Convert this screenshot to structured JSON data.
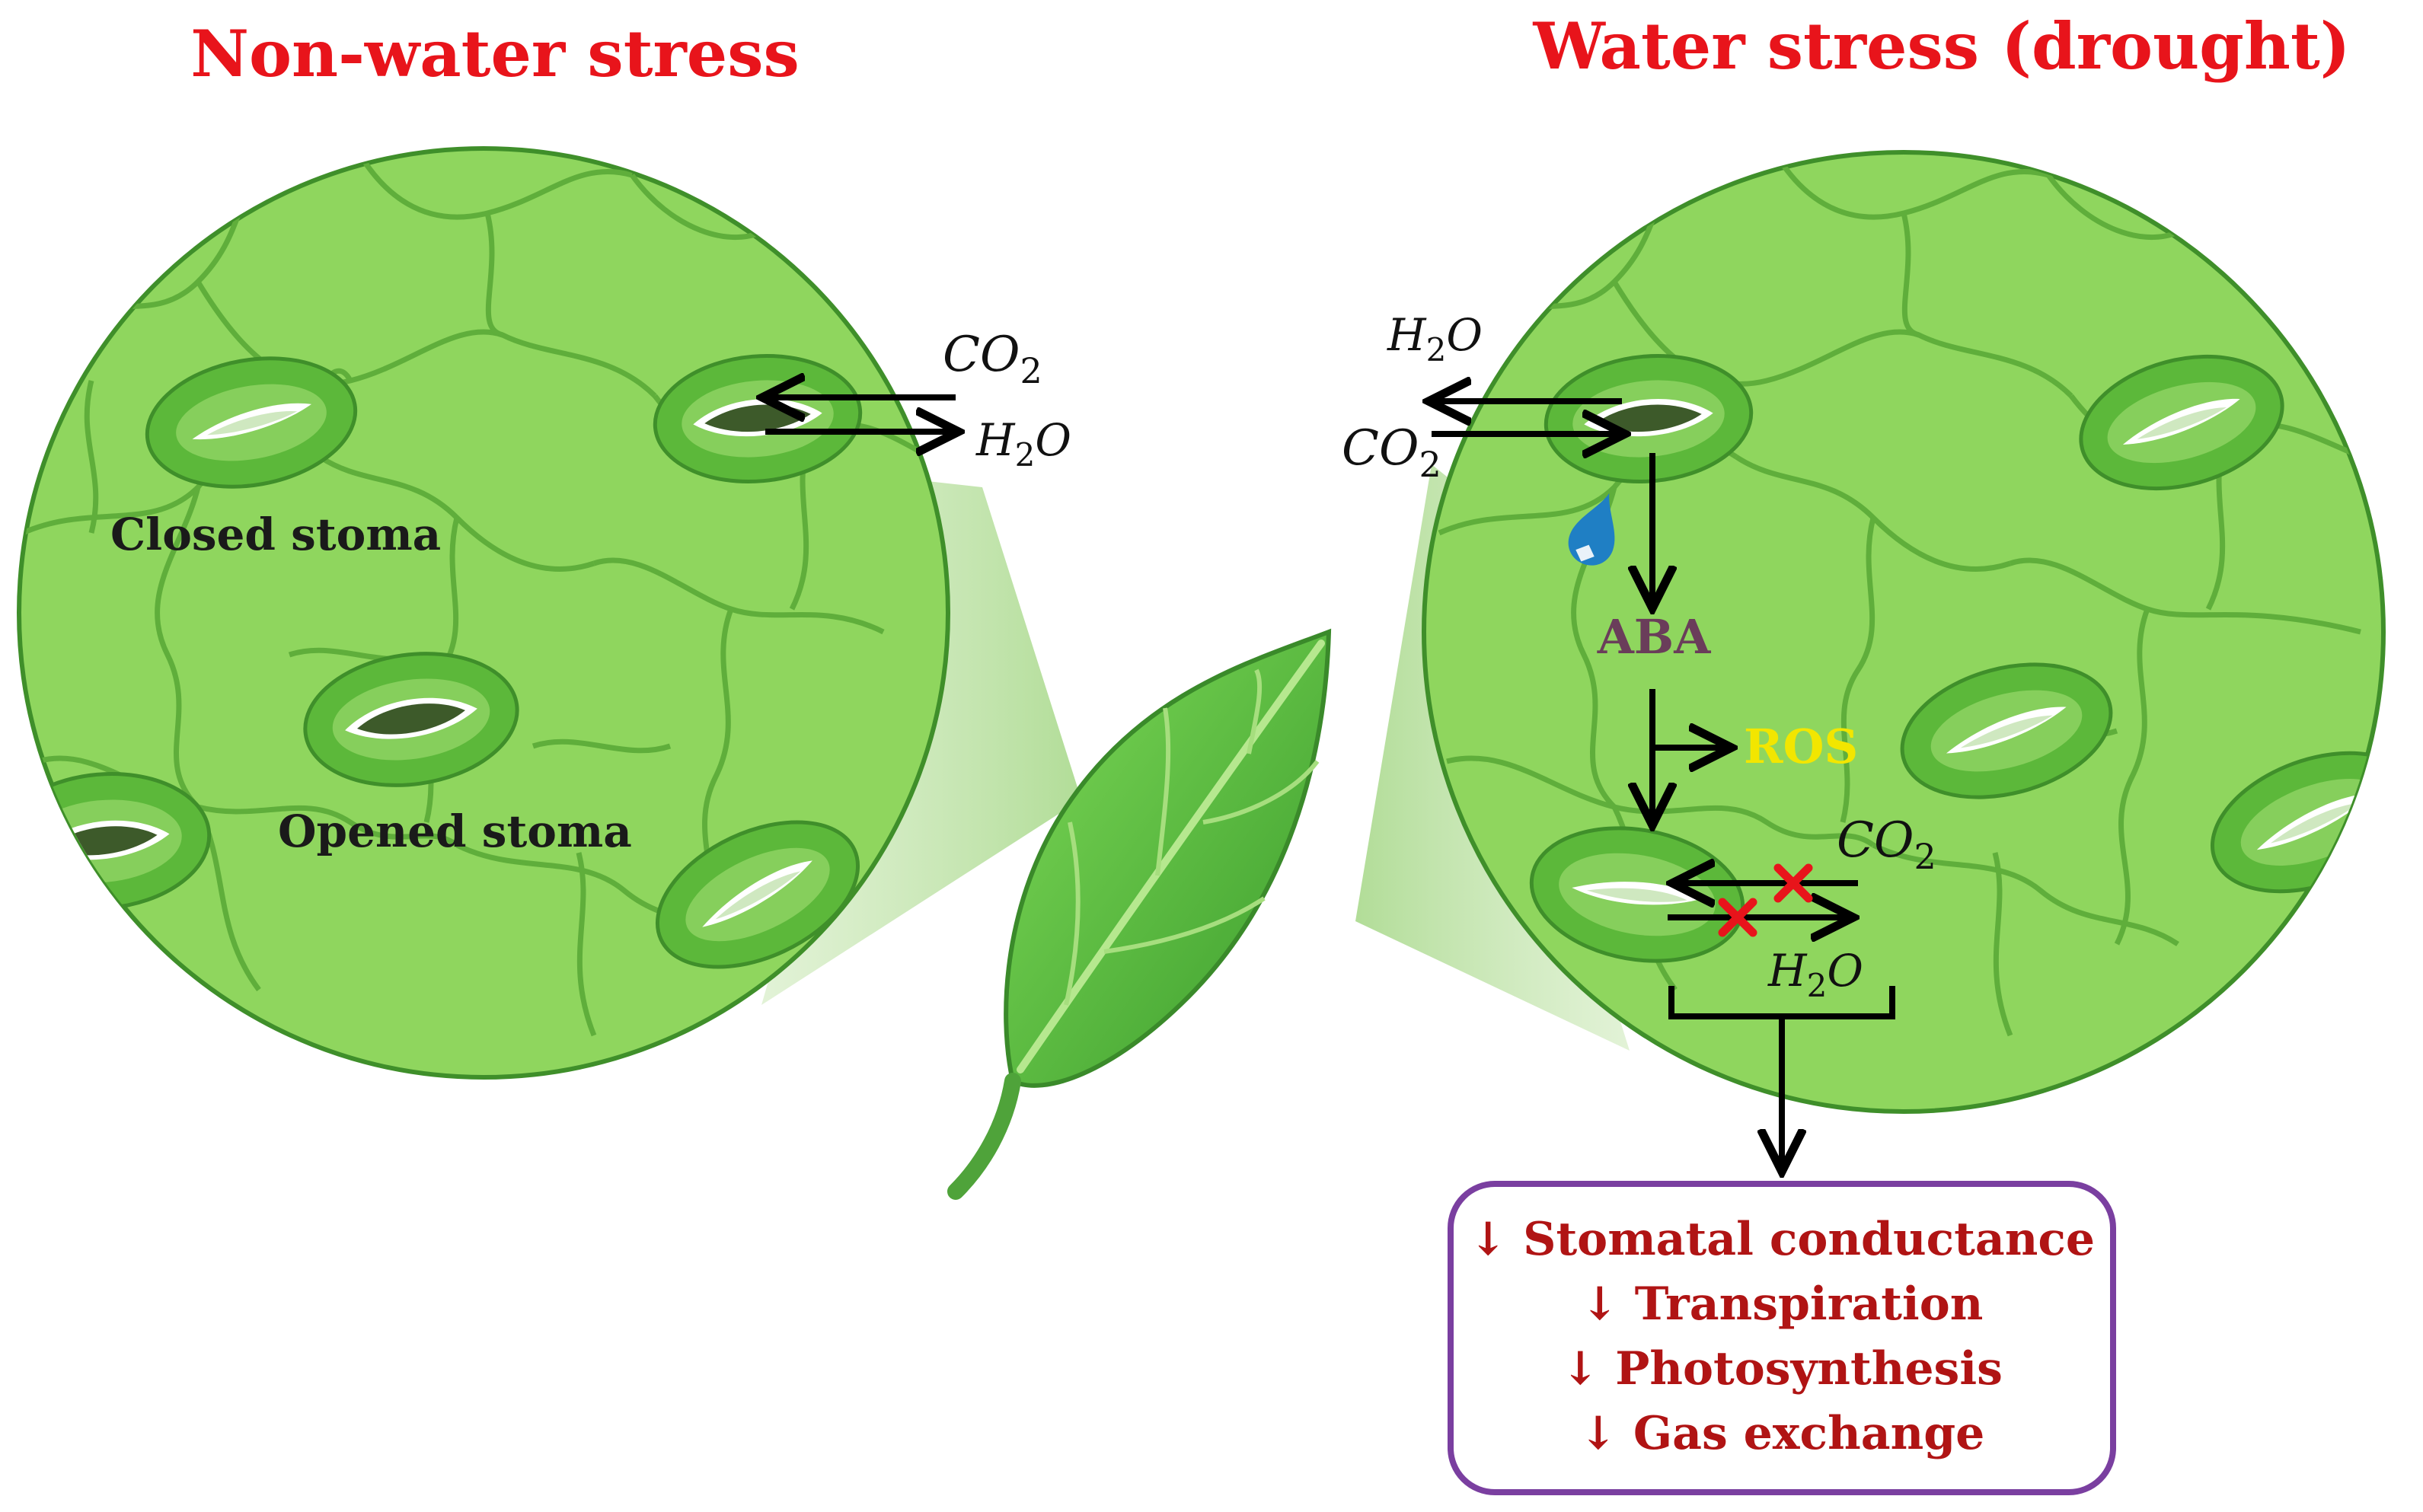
{
  "titles": {
    "left": "Non-water stress",
    "right": "Water stress (drought)"
  },
  "left_panel": {
    "closed_label": "Closed stoma",
    "opened_label": "Opened stoma",
    "gas_top": {
      "base": "CO",
      "sub": "2"
    },
    "gas_bottom": {
      "base": "H",
      "sub": "2",
      "tail": "O"
    }
  },
  "right_panel": {
    "gas_top": {
      "base": "H",
      "sub": "2",
      "tail": "O"
    },
    "gas_bottom": {
      "base": "CO",
      "sub": "2"
    },
    "aba_label": "ABA",
    "ros_label": "ROS",
    "blocked_top": {
      "base": "CO",
      "sub": "2"
    },
    "blocked_bottom": {
      "base": "H",
      "sub": "2",
      "tail": "O"
    },
    "drop_icon": "water-drop-icon"
  },
  "effects": {
    "arrow_glyph": "↓",
    "items": [
      "Stomatal conductance",
      "Transpiration",
      "Photosynthesis",
      "Gas exchange"
    ]
  },
  "colors": {
    "title": "#e8141b",
    "leaf_fill": "#8fd65e",
    "cell_line": "#5fae3b",
    "stoma_outer": "#5cb83a",
    "stoma_pore": "#3d5a2a",
    "aba": "#6a3d5a",
    "ros": "#f2e600",
    "effect_text": "#b01414",
    "effect_border": "#7a3fa0",
    "block_mark": "#e8141b",
    "drop": "#1f7fc4"
  }
}
